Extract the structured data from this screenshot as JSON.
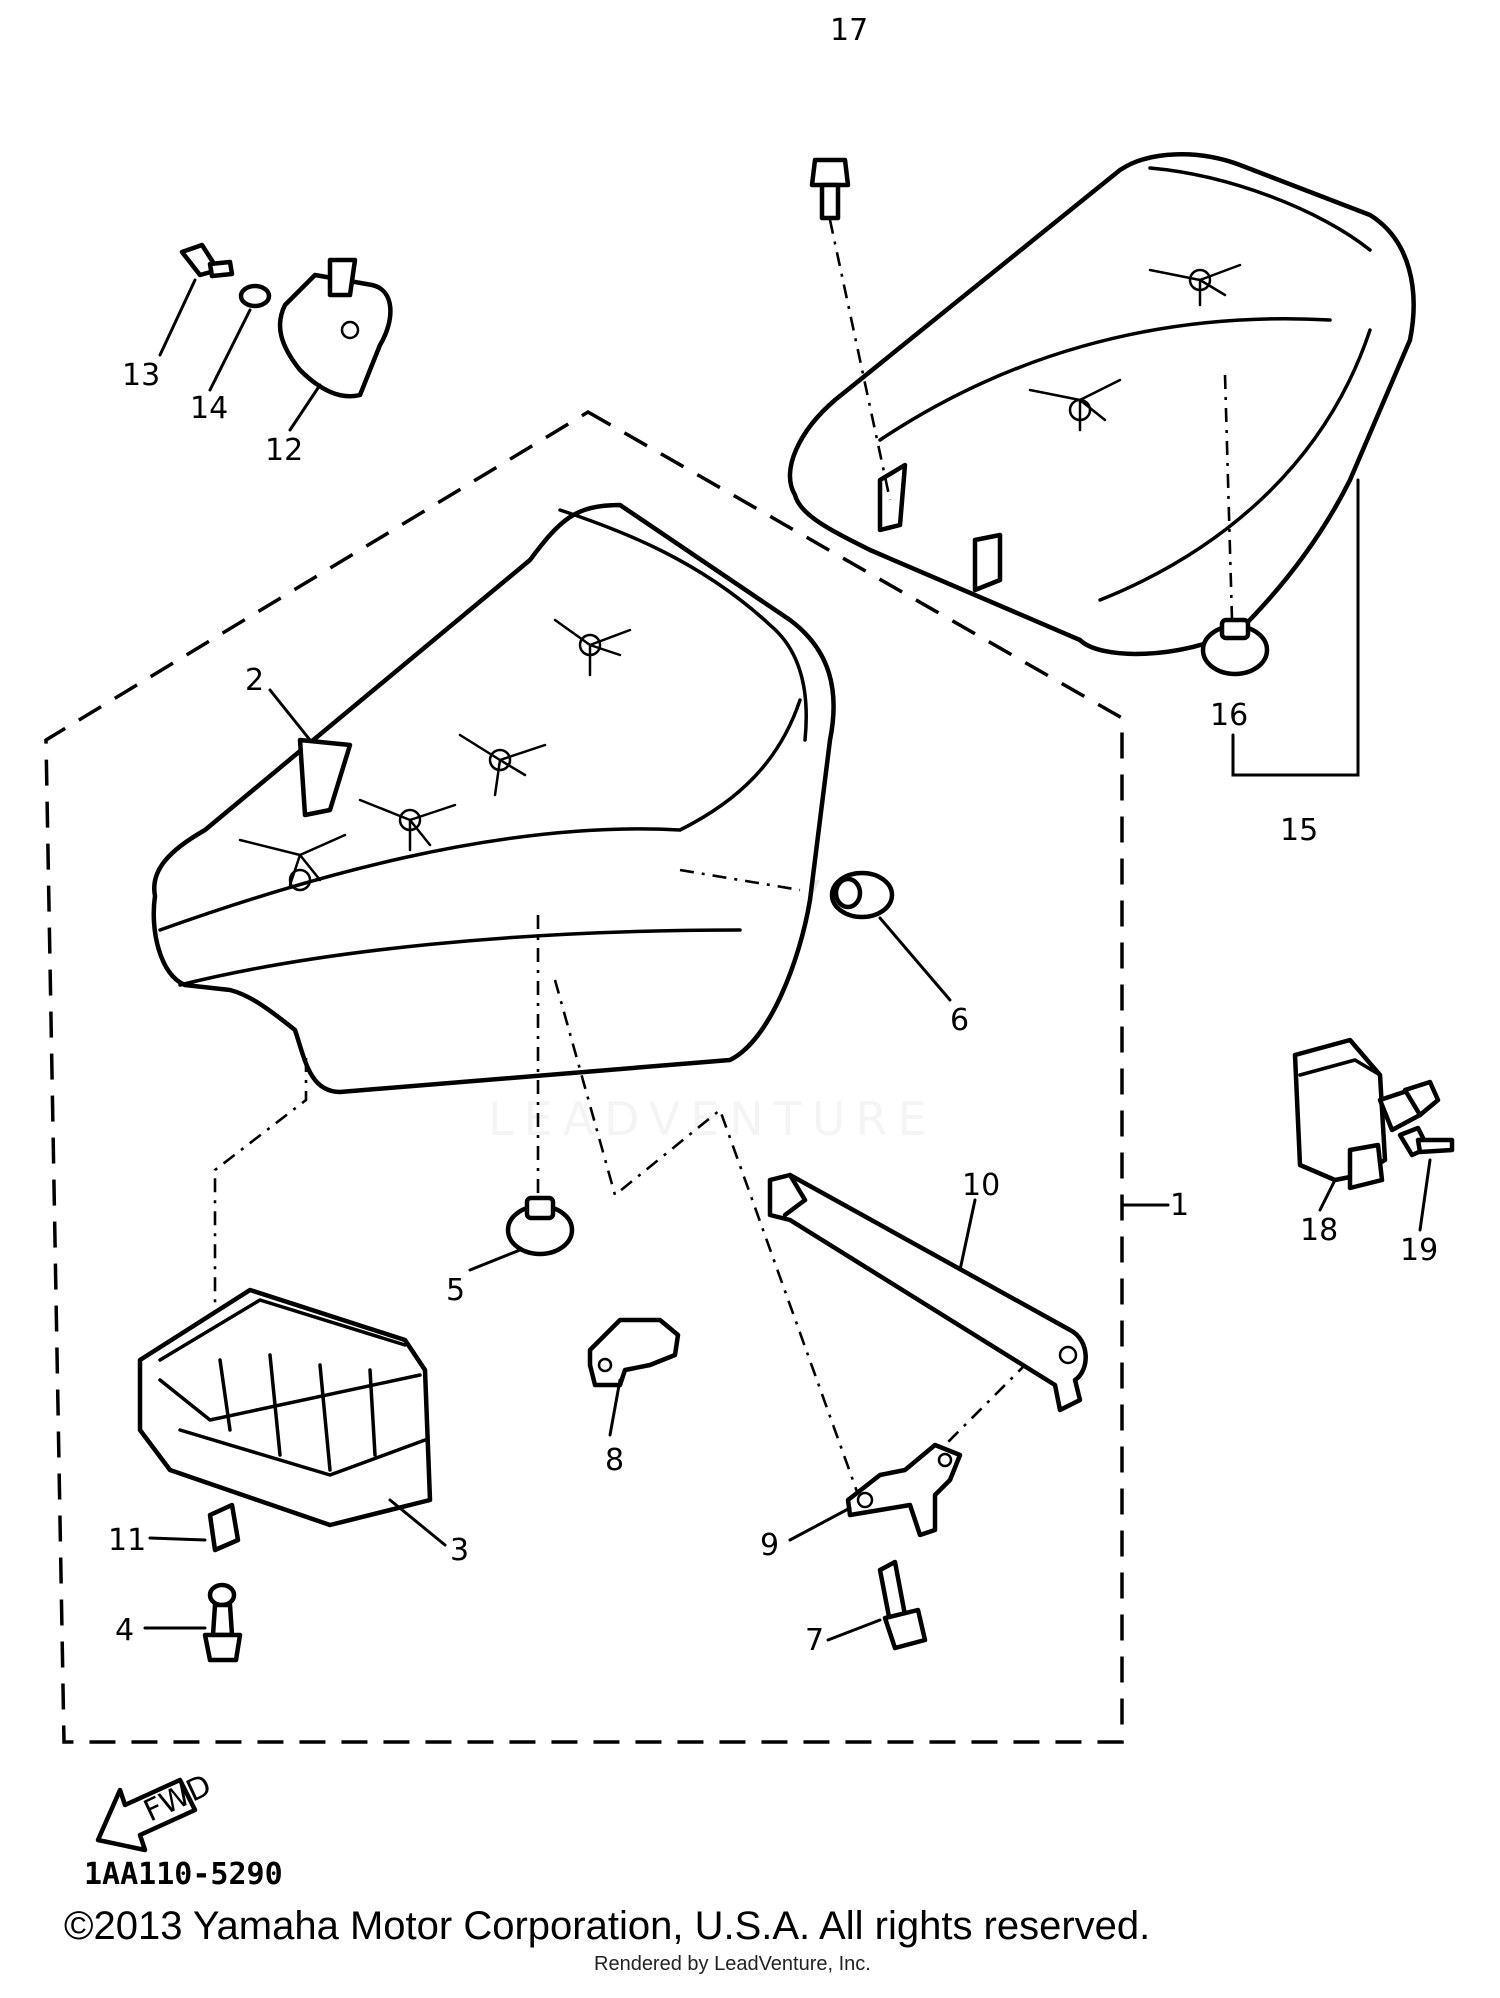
{
  "diagram": {
    "drawing_code": "1AA110-5290",
    "fwd_label": "FWD",
    "callouts": [
      "1",
      "2",
      "3",
      "4",
      "5",
      "6",
      "7",
      "8",
      "9",
      "10",
      "11",
      "12",
      "13",
      "14",
      "15",
      "16",
      "17",
      "18",
      "19"
    ]
  },
  "watermark": {
    "brand": "LEADVENTURE"
  },
  "footer": {
    "copyright": "©2013 Yamaha Motor Corporation, U.S.A. All rights reserved.",
    "rendered_by": "Rendered by LeadVenture, Inc."
  },
  "colors": {
    "ink": "#000000",
    "background": "#ffffff",
    "watermark": "#c9c9c9"
  }
}
